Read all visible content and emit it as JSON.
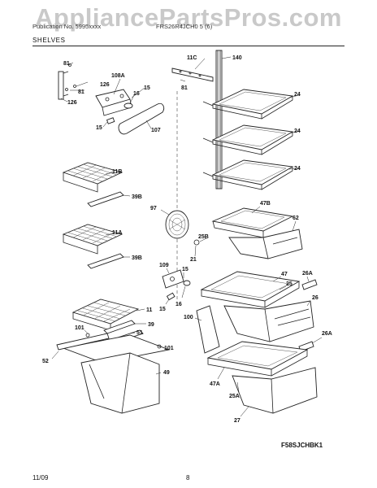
{
  "watermark": "AppliancePartsPros.com",
  "header": {
    "left": "Publication No. 5995xxxx",
    "right": "FRS26R4JCH0 5 (6)",
    "section": "SHELVES"
  },
  "diagram": {
    "part_labels": {
      "p140": "140",
      "p11C": "11C",
      "p81a": "81",
      "p126a": "126",
      "p81b": "81",
      "p126b": "126",
      "p108A": "108A",
      "p15a": "15",
      "p16a": "16",
      "p15b": "15",
      "p107": "107",
      "p81c": "81",
      "p24a": "24",
      "p24b": "24",
      "p24c": "24",
      "p11B": "11B",
      "p39Ba": "39B",
      "p97": "97",
      "p47B": "47B",
      "p62": "62",
      "p25B": "25B",
      "p21": "21",
      "p11A": "11A",
      "p39Bb": "39B",
      "p109": "109",
      "p15c": "15",
      "p16b": "16",
      "p15d": "15",
      "p47": "47",
      "p25": "25",
      "p26A": "26A",
      "p26": "26",
      "p11": "11",
      "p39": "39",
      "p100": "100",
      "p101a": "101",
      "p51": "51",
      "p101b": "101",
      "p26Ab": "26A",
      "p52": "52",
      "p49": "49",
      "p47A": "47A",
      "p25A": "25A",
      "p27": "27"
    },
    "figure_code": "F58SJCHBK1"
  },
  "footer": {
    "date": "11/09",
    "page": "8"
  }
}
